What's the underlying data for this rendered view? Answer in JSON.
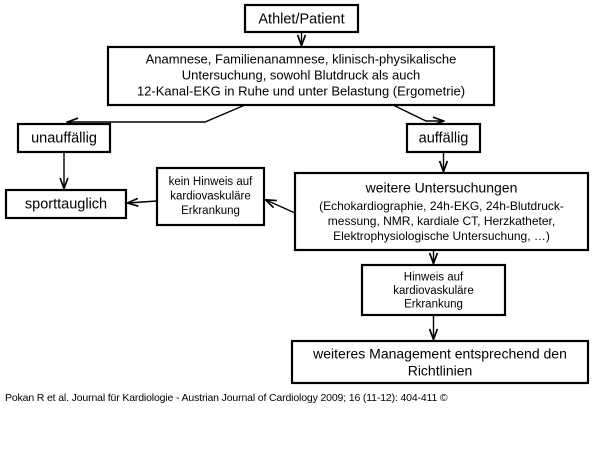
{
  "diagram": {
    "title_node": {
      "label": "Athlet/Patient"
    },
    "assessment_node": {
      "line1": "Anamnese, Familienanamnese, klinisch-physikalische",
      "line2": "Untersuchung, sowohl Blutdruck als auch",
      "line3": "12-Kanal-EKG in Ruhe und unter Belastung (Ergometrie)"
    },
    "normal_node": {
      "label": "unauffällig"
    },
    "abnormal_node": {
      "label": "auffällig"
    },
    "fit_node": {
      "label": "sporttauglich"
    },
    "no_evidence_node": {
      "line1": "kein Hinweis auf",
      "line2": "kardiovaskuläre",
      "line3": "Erkrankung"
    },
    "further_tests_node": {
      "heading": "weitere Untersuchungen",
      "line1": "(Echokardiographie, 24h-EKG, 24h-Blutdruck-",
      "line2": "messung, NMR, kardiale CT, Herzkatheter,",
      "line3": "Elektrophysiologische Untersuchung, …)"
    },
    "evidence_node": {
      "line1": "Hinweis auf",
      "line2": "kardiovaskuläre",
      "line3": "Erkrankung"
    },
    "management_node": {
      "line1": "weiteres Management entsprechend den",
      "line2": "Richtlinien"
    }
  },
  "caption": {
    "text": "Pokan R et al. Journal für Kardiologie - Austrian Journal of Cardiology 2009; 16 (11-12): 404-411 ©"
  },
  "colors": {
    "background": "#ffffff",
    "stroke": "#000000",
    "text": "#000000"
  }
}
